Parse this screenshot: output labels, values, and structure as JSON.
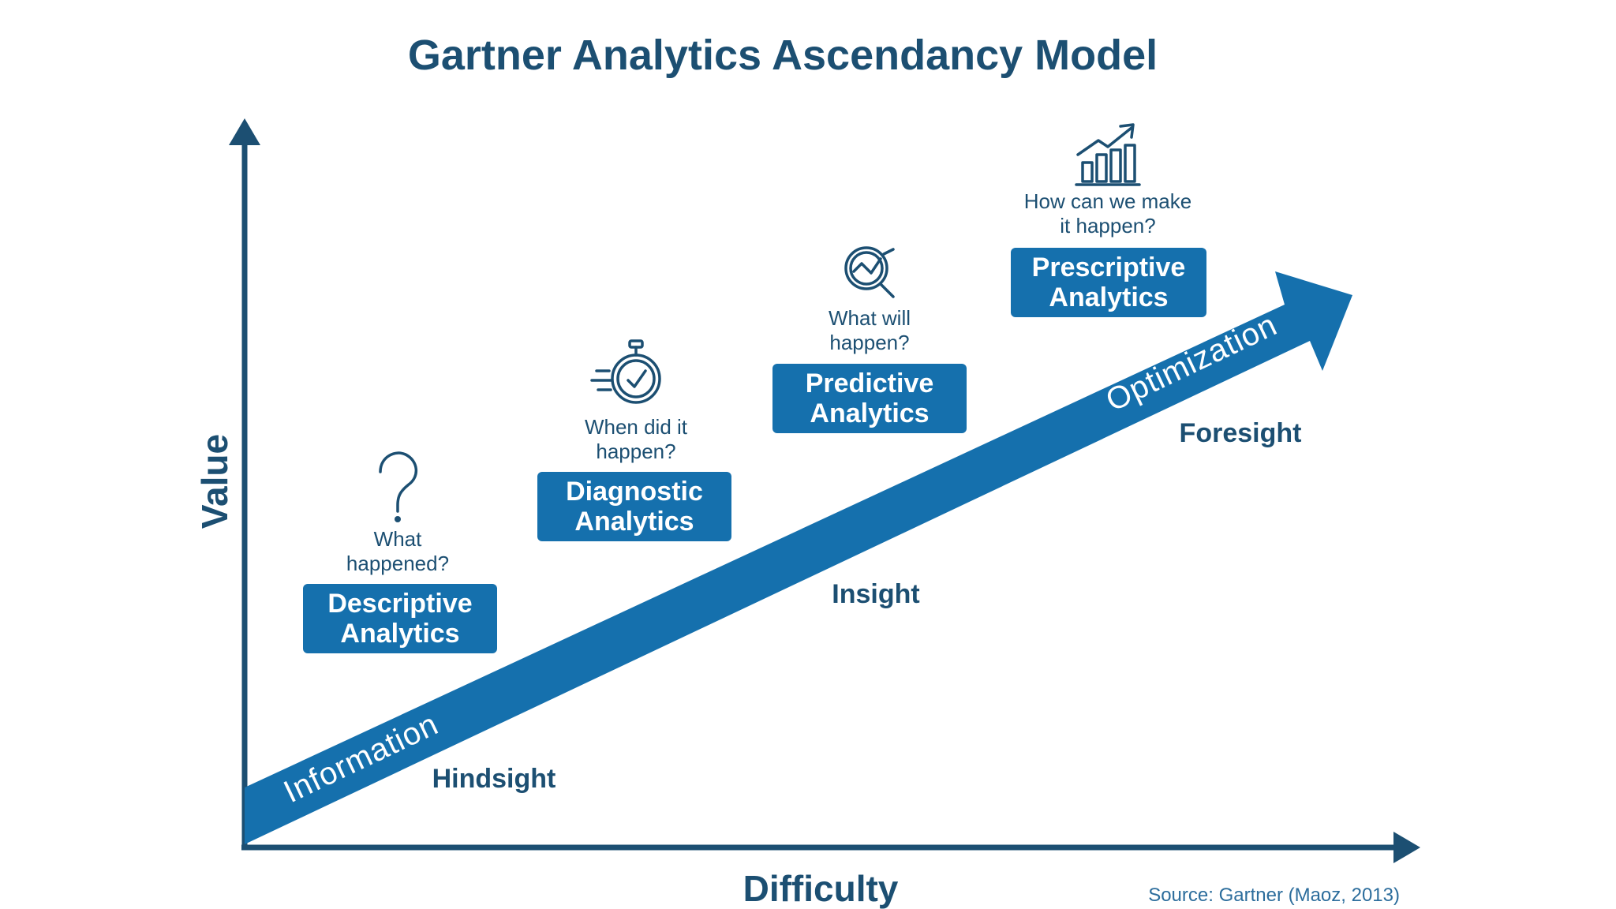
{
  "title": "Gartner Analytics Ascendancy Model",
  "axes": {
    "x_label": "Difficulty",
    "y_label": "Value"
  },
  "arrow": {
    "start_word": "Information",
    "end_word": "Optimization"
  },
  "stages": [
    {
      "name_line1": "Descriptive",
      "name_line2": "Analytics",
      "question_line1": "What",
      "question_line2": "happened?",
      "icon": "question-mark-icon"
    },
    {
      "name_line1": "Diagnostic",
      "name_line2": "Analytics",
      "question_line1": "When did it",
      "question_line2": "happen?",
      "icon": "stopwatch-icon"
    },
    {
      "name_line1": "Predictive",
      "name_line2": "Analytics",
      "question_line1": "What will",
      "question_line2": "happen?",
      "icon": "magnifier-chart-icon"
    },
    {
      "name_line1": "Prescriptive",
      "name_line2": "Analytics",
      "question_line1": "How can we make",
      "question_line2": "it happen?",
      "icon": "bar-chart-growth-icon"
    }
  ],
  "sights": [
    "Hindsight",
    "Insight",
    "Foresight"
  ],
  "source": "Source: Gartner (Maoz, 2013)",
  "colors": {
    "navy": "#1c4f72",
    "blue": "#1570ad",
    "source": "#2c6d9c"
  }
}
